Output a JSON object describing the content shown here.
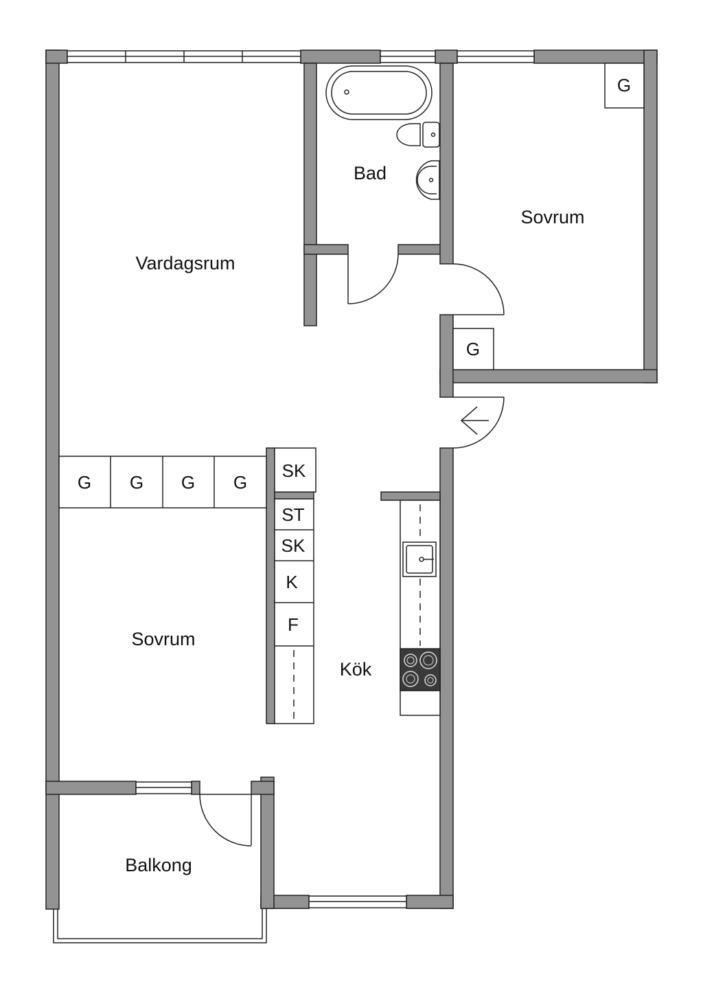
{
  "rooms": {
    "living": "Vardagsrum",
    "bath": "Bad",
    "bedroom_ne": "Sovrum",
    "bedroom_w": "Sovrum",
    "kitchen": "Kök",
    "balcony": "Balkong"
  },
  "storage": {
    "wardrobe_ne_corner": "G",
    "wardrobe_ne_hall": "G",
    "wardrobe_row": [
      "G",
      "G",
      "G",
      "G"
    ],
    "closet_top": "SK",
    "closet_st": "ST",
    "closet_sk": "SK",
    "fridge": "K",
    "freezer": "F"
  },
  "colors": {
    "wall": "#939393",
    "line": "#222222",
    "stove": "#3a3a3a"
  }
}
